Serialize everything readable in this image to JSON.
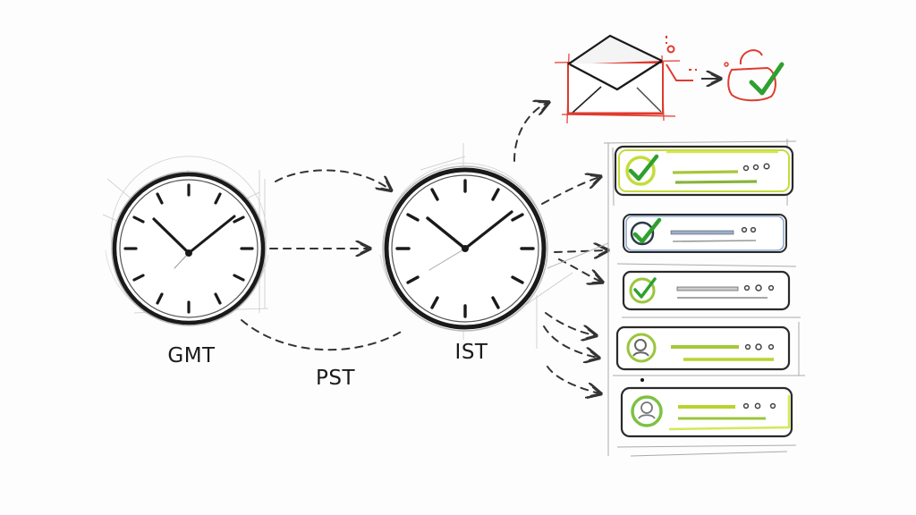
{
  "diagram": {
    "style": "hand-drawn pencil sketch",
    "clocks": [
      {
        "id": "gmt",
        "label": "GMT",
        "hour_hand_angle": -50,
        "minute_hand_angle": 50
      },
      {
        "id": "ist",
        "label": "IST",
        "hour_hand_angle": -52,
        "minute_hand_angle": 52
      }
    ],
    "intermediate_label": "PST",
    "notification": {
      "envelope_icon": "envelope-icon",
      "target_icon": "lock-check-icon",
      "accent_color": "#e03a2e",
      "check_color": "#2ea02e"
    },
    "status_list": {
      "items": [
        {
          "icon": "check-circle-icon",
          "state": "done",
          "border_color": "#b8d430",
          "ring_color": "#b8d430",
          "dots": 3
        },
        {
          "icon": "check-circle-icon",
          "state": "done",
          "border_color": "#7a97c2",
          "ring_color": "#2d3a4a",
          "dots": 2
        },
        {
          "icon": "check-circle-icon",
          "state": "done",
          "border_color": "#555555",
          "ring_color": "#9bc53d",
          "dots": 3
        },
        {
          "icon": "user-circle-icon",
          "state": "pending",
          "border_color": "#555555",
          "ring_color": "#9bc53d",
          "dots": 3
        },
        {
          "icon": "user-circle-icon",
          "state": "pending",
          "border_color": "#555555",
          "ring_color": "#7cc242",
          "dots": 3
        }
      ]
    },
    "colors": {
      "ink": "#1a1a1a",
      "pencil": "#9a9a9a",
      "green": "#2ea02e",
      "lime": "#b8d430",
      "red": "#e03a2e",
      "blue": "#7a97c2"
    }
  }
}
